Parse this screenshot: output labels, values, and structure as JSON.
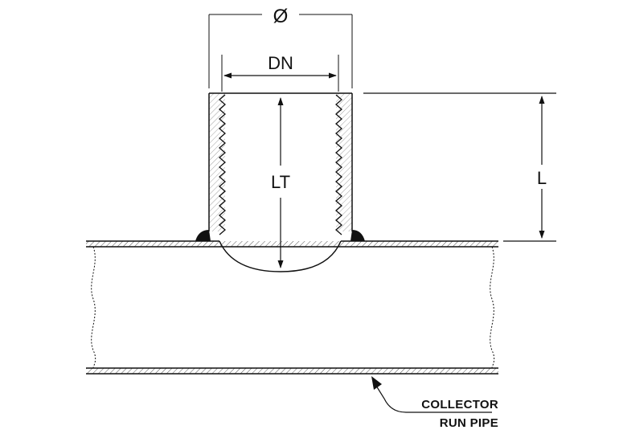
{
  "dimensions": {
    "outer_diameter_symbol": "Ø",
    "nominal_diameter": "DN",
    "thread_length": "LT",
    "fitting_length": "L"
  },
  "callout": {
    "line1": "COLLECTOR",
    "line2": "RUN PIPE"
  },
  "colors": {
    "line": "#111111",
    "hatch": "#555555",
    "background": "#ffffff"
  }
}
